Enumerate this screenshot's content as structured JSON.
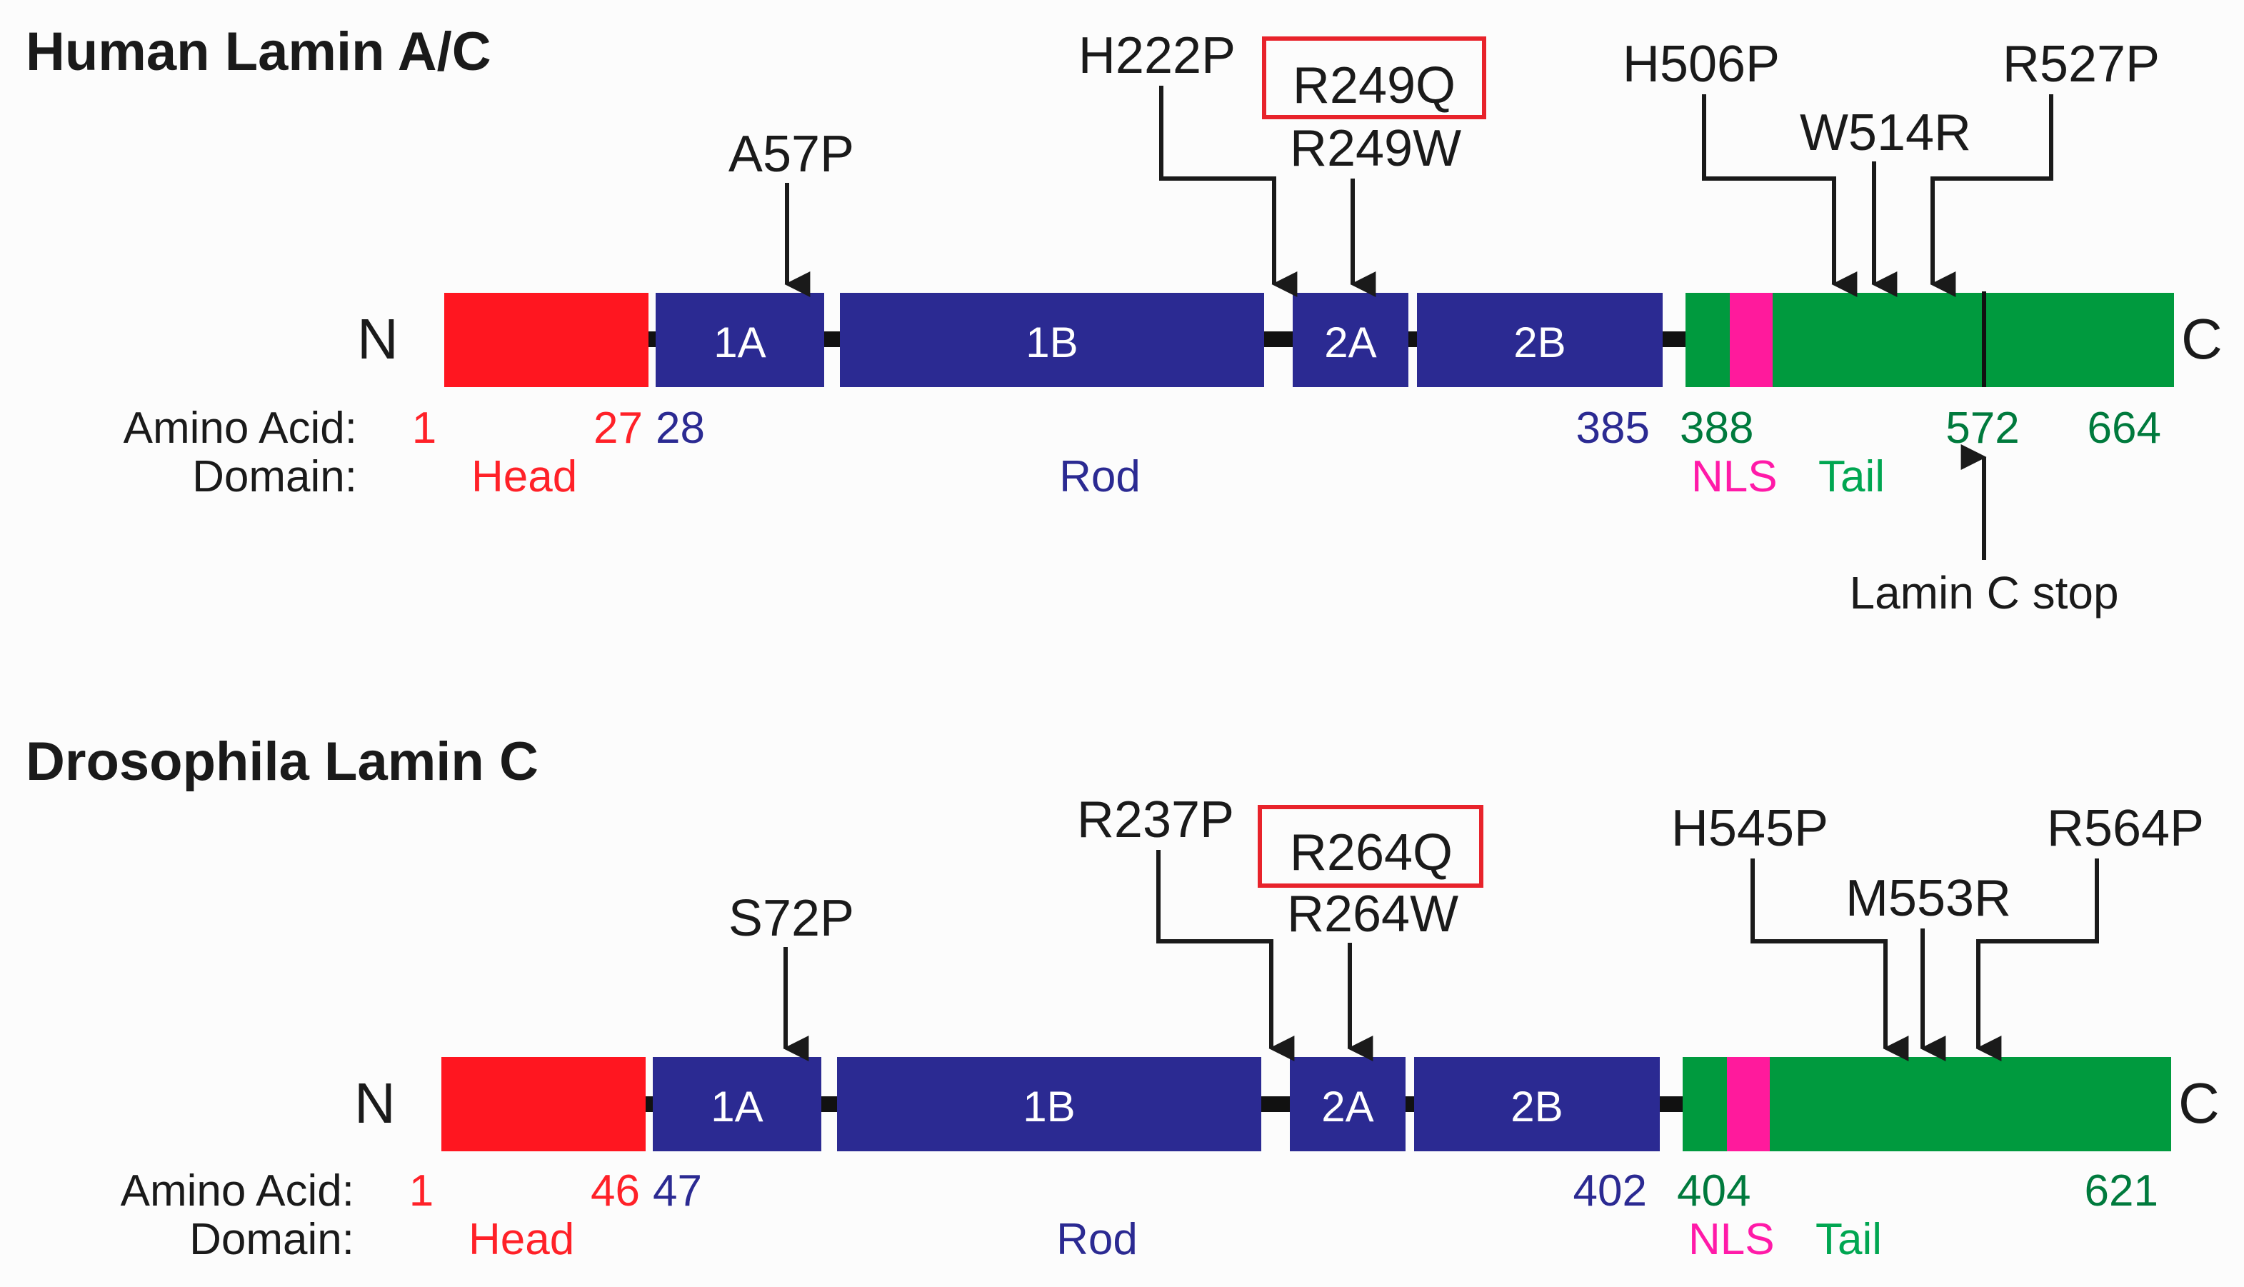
{
  "colors": {
    "head": "#ff1620",
    "rod": "#2b2a92",
    "tail": "#009a3e",
    "nls": "#ff1a9c",
    "head_text": "#ff2128",
    "rod_text": "#2b2a92",
    "tail_text": "#007a3d",
    "nls_text": "#ff1aa8",
    "tail_domain_text": "#00a651",
    "highlight_box": "#e8232b",
    "ink": "#1a1a1a",
    "background": "#fcfcfc"
  },
  "panels": [
    {
      "id": "human",
      "title": "Human Lamin A/C",
      "n_label": "N",
      "c_label": "C",
      "amino_acid_label": "Amino Acid:",
      "domain_label": "Domain:",
      "segments": [
        "1A",
        "1B",
        "2A",
        "2B"
      ],
      "aa_numbers": {
        "head_start": "1",
        "head_end": "27",
        "rod_start": "28",
        "rod_end": "385",
        "tail_start": "388",
        "lamin_c_stop": "572",
        "tail_end": "664"
      },
      "domains": {
        "head": "Head",
        "rod": "Rod",
        "nls": "NLS",
        "tail": "Tail"
      },
      "mutations": {
        "rod_1a": "A57P",
        "rod_1b": "H222P",
        "boxed": "R249Q",
        "rod_2a": "R249W",
        "tail_1": "H506P",
        "tail_2": "W514R",
        "tail_3": "R527P"
      },
      "stop_label": "Lamin C stop"
    },
    {
      "id": "drosophila",
      "title": "Drosophila Lamin C",
      "n_label": "N",
      "c_label": "C",
      "amino_acid_label": "Amino Acid:",
      "domain_label": "Domain:",
      "segments": [
        "1A",
        "1B",
        "2A",
        "2B"
      ],
      "aa_numbers": {
        "head_start": "1",
        "head_end": "46",
        "rod_start": "47",
        "rod_end": "402",
        "tail_start": "404",
        "tail_end": "621"
      },
      "domains": {
        "head": "Head",
        "rod": "Rod",
        "nls": "NLS",
        "tail": "Tail"
      },
      "mutations": {
        "rod_1a": "S72P",
        "rod_1b": "R237P",
        "boxed": "R264Q",
        "rod_2a": "R264W",
        "tail_1": "H545P",
        "tail_2": "M553R",
        "tail_3": "R564P"
      }
    }
  ]
}
